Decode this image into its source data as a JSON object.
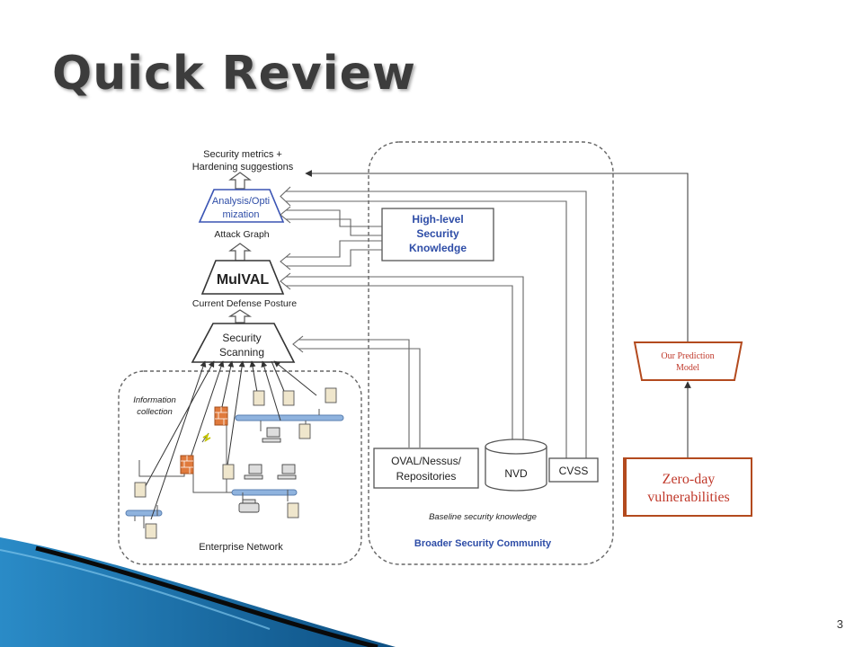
{
  "slide": {
    "title": "Quick Review",
    "page_number": "3"
  },
  "diagram": {
    "outputs_line1": "Security metrics +",
    "outputs_line2": "Hardening suggestions",
    "analysis_line1": "Analysis/Opti",
    "analysis_line2": "mization",
    "attack_graph": "Attack Graph",
    "mulval": "MulVAL",
    "current_defense": "Current Defense Posture",
    "scanning_line1": "Security",
    "scanning_line2": "Scanning",
    "info_line1": "Information",
    "info_line2": "collection",
    "enterprise_network": "Enterprise Network",
    "highlevel_line1": "High-level",
    "highlevel_line2": "Security",
    "highlevel_line3": "Knowledge",
    "oval_line1": "OVAL/Nessus/",
    "oval_line2": "Repositories",
    "nvd": "NVD",
    "cvss": "CVSS",
    "baseline": "Baseline security knowledge",
    "broader": "Broader Security Community",
    "prediction_line1": "Our Prediction",
    "prediction_line2": "Model",
    "zeroday_line1": "Zero-day",
    "zeroday_line2": "vulnerabilities"
  },
  "colors": {
    "title": "#3c3c3c",
    "blue_text": "#2e4da7",
    "red": "#b34a1e",
    "red_text": "#c0392b",
    "line": "#555555",
    "bus": "#7aa6d6",
    "firewall": "#e07a3c",
    "accent_wedge": "#1a6ea8"
  }
}
